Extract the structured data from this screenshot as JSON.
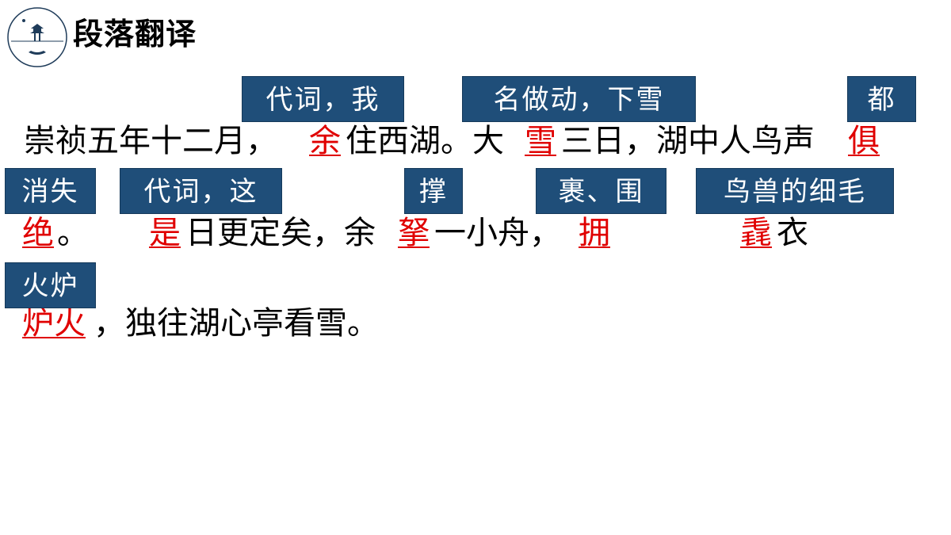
{
  "slide": {
    "title": "段落翻译",
    "logo": "pavilion-lake-logo"
  },
  "passage": {
    "line1": [
      "崇祯五年十二月，",
      "余",
      "住西湖。大",
      "雪",
      "三日，湖中人鸟声",
      "俱"
    ],
    "line2": [
      "绝",
      "。",
      "是",
      "日更定矣，余",
      "拏",
      "一小舟，",
      "拥",
      "毳",
      "衣"
    ],
    "line3": [
      "炉火",
      "，独往湖心亭看雪。"
    ]
  },
  "glosses": [
    "代词，我",
    "名做动，下雪",
    "都",
    "消失",
    "代词，这",
    "撑",
    "裹、围",
    "鸟兽的细毛",
    "火炉"
  ],
  "colors": {
    "highlight": "#e00000",
    "gloss_box": "#1f4e79",
    "gloss_text": "#ffffff"
  }
}
